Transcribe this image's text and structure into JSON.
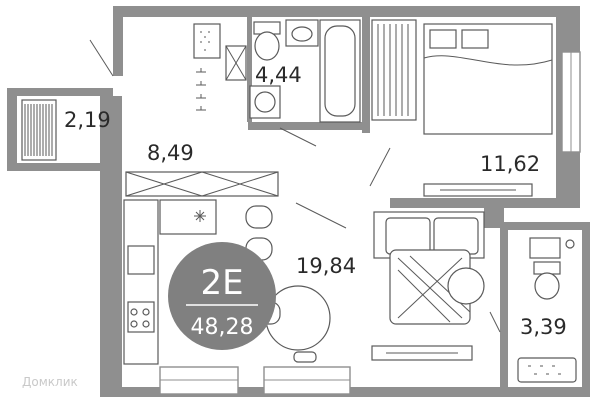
{
  "plan": {
    "wall_color": "#8f8f8f",
    "badge_color": "#808080",
    "rooms": [
      {
        "id": "balcony",
        "area": "2,19"
      },
      {
        "id": "bathroom",
        "area": "4,44"
      },
      {
        "id": "hallway",
        "area": "8,49"
      },
      {
        "id": "bedroom",
        "area": "11,62"
      },
      {
        "id": "kitchen-living",
        "area": "19,84"
      },
      {
        "id": "wc",
        "area": "3,39"
      }
    ],
    "apartment": {
      "type": "2E",
      "total_area": "48,28"
    },
    "watermark": "Домклик"
  }
}
